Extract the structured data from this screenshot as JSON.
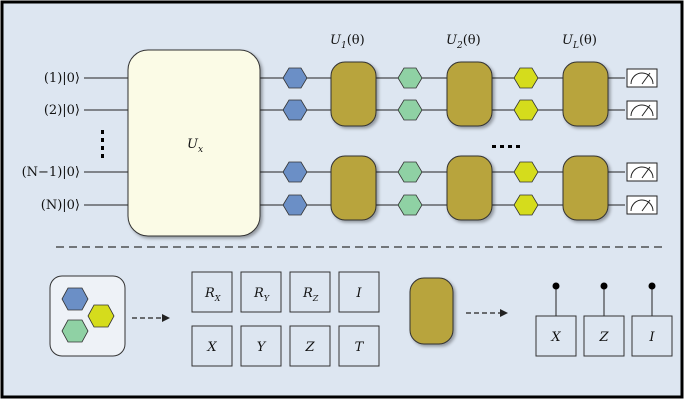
{
  "diagram": {
    "qubit_labels": [
      "(1)|0⟩",
      "(2)|0⟩",
      "(N−1)|0⟩",
      "(N)|0⟩"
    ],
    "encoder_label": "U",
    "encoder_subscript": "x",
    "layer_labels": [
      {
        "base": "U",
        "sub": "1",
        "arg": "(θ)"
      },
      {
        "base": "U",
        "sub": "2",
        "arg": "(θ)"
      },
      {
        "base": "U",
        "sub": "L",
        "arg": "(θ)"
      }
    ],
    "gate_set": [
      {
        "base": "R",
        "sub": "X"
      },
      {
        "base": "R",
        "sub": "Y"
      },
      {
        "base": "R",
        "sub": "Z"
      },
      {
        "base": "I",
        "sub": ""
      },
      {
        "base": "X",
        "sub": ""
      },
      {
        "base": "Y",
        "sub": ""
      },
      {
        "base": "Z",
        "sub": ""
      },
      {
        "base": "T",
        "sub": ""
      }
    ],
    "controlled_gates": [
      "X",
      "Z",
      "I"
    ],
    "colors": {
      "background": "#dde6f1",
      "encoder_fill": "#fbfbe6",
      "layer_fill": "#b8a43d",
      "hex_blue": "#6b8fc6",
      "hex_green": "#8fd1a4",
      "hex_yellow": "#d5dc1c"
    }
  }
}
